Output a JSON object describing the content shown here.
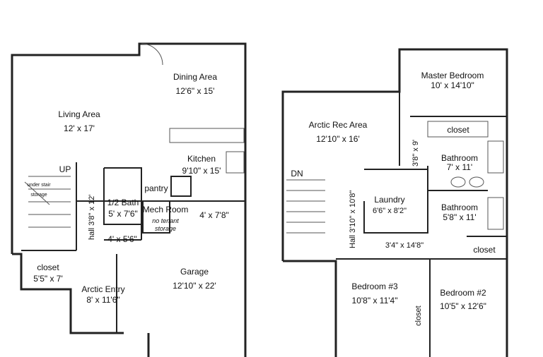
{
  "main_floor": {
    "dining": {
      "name": "Dining Area",
      "size": "12'6\" x 15'"
    },
    "living": {
      "name": "Living Area",
      "size": "12' x 17'"
    },
    "kitchen": {
      "name": "Kitchen",
      "size": "9'10\" x 15'"
    },
    "up": "UP",
    "under_stair": "under stair storage",
    "half_bath": {
      "name": "1/2 Bath",
      "size": "5' x 7'6\""
    },
    "pantry": "pantry",
    "mech_room": {
      "name": "Mech Room",
      "note1": "no tenant",
      "note2": "storage"
    },
    "mech_size": "4' x 7'8\"",
    "hall": "hall 3'8\" x 12'",
    "hall_small": "4' x 5'6\"",
    "closet": {
      "name": "closet",
      "size": "5'5\" x 7'"
    },
    "arctic_entry": {
      "name": "Arctic Entry",
      "size": "8' x 11'6\""
    },
    "garage": {
      "name": "Garage",
      "size": "12'10\" x 22'"
    }
  },
  "upper_floor": {
    "master": {
      "name": "Master Bedroom",
      "size": "10' x 14'10\""
    },
    "master_closet": "closet",
    "rec": {
      "name": "Arctic Rec Area",
      "size": "12'10\" x 16'"
    },
    "vert_hall": "3'8\" x 9'",
    "bath1": {
      "name": "Bathroom",
      "size": "7' x 11'"
    },
    "dn": "DN",
    "laundry": {
      "name": "Laundry",
      "size": "6'6\" x 8'2\""
    },
    "bath2": {
      "name": "Bathroom",
      "size": "5'8\" x 11'"
    },
    "hall": "Hall 3'10\" x 10'8\"",
    "hall2": "3'4\" x 14'8\"",
    "closet": "closet",
    "bedroom3": {
      "name": "Bedroom #3",
      "size": "10'8\" x 11'4\""
    },
    "closet3": "closet",
    "bedroom2": {
      "name": "Bedroom #2",
      "size": "10'5\" x 12'6\""
    }
  }
}
